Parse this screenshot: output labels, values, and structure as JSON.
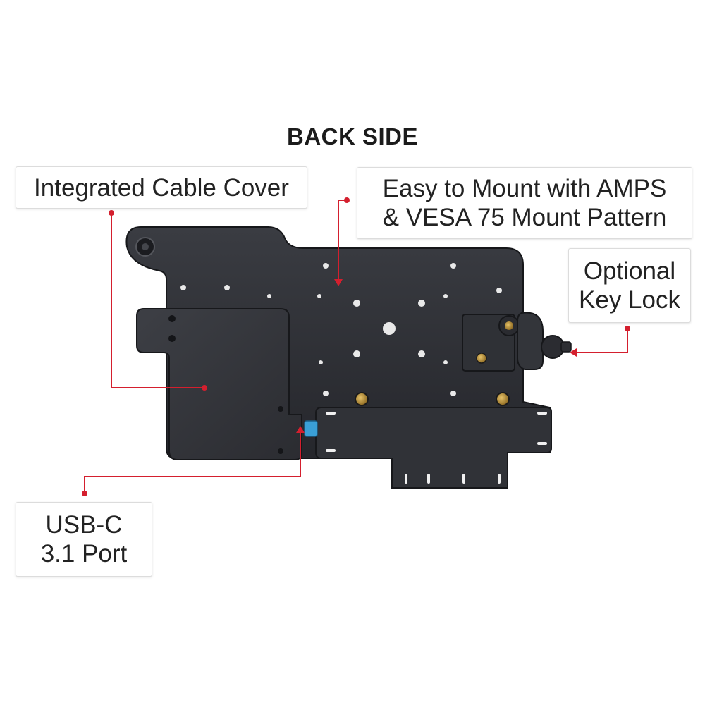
{
  "title": "BACK SIDE",
  "callouts": {
    "cable_cover": {
      "text": "Integrated Cable Cover"
    },
    "mount": {
      "line1": "Easy to Mount with AMPS",
      "line2": "& VESA 75 Mount Pattern"
    },
    "key_lock": {
      "line1": "Optional",
      "line2": "Key Lock"
    },
    "usb": {
      "line1": "USB-C",
      "line2": "3.1 Port"
    }
  },
  "colors": {
    "leader": "#d41f2e",
    "plate": "#2a2c31",
    "cover": "#34363c",
    "brass": "#c39a3c",
    "usb_port": "#3a9fd6"
  }
}
